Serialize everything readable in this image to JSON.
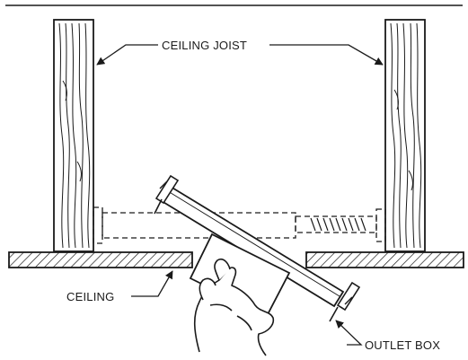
{
  "labels": {
    "ceiling_joist": "CEILING JOIST",
    "ceiling": "CEILING",
    "outlet_box": "OUTLET BOX"
  },
  "colors": {
    "ink": "#1a1a1a",
    "paper": "#ffffff"
  }
}
